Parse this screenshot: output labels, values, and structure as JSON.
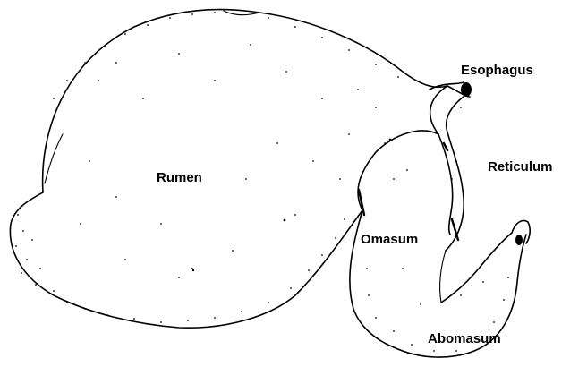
{
  "labels": {
    "esophagus": "Esophagus",
    "reticulum": "Reticulum",
    "rumen": "Rumen",
    "omasum": "Omasum",
    "abomasum": "Abomasum"
  },
  "colors": {
    "ink": "#000000",
    "background": "#ffffff"
  }
}
